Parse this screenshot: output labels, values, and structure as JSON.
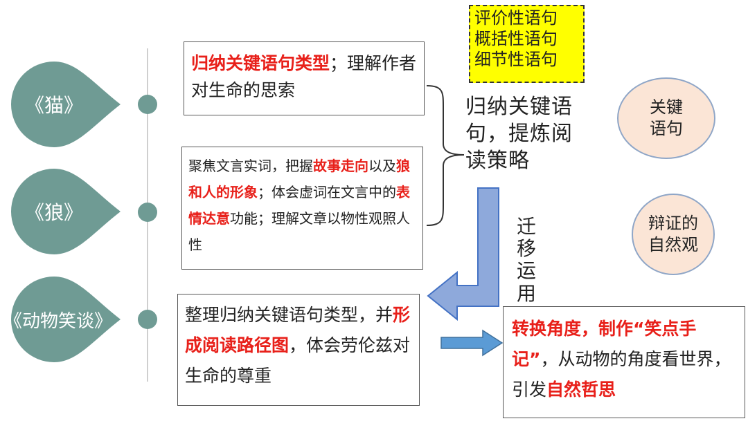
{
  "nodes": [
    {
      "label": "《猫》"
    },
    {
      "label": "《狼》"
    },
    {
      "label": "《动物笑谈》"
    }
  ],
  "box_cat": {
    "part1": "归纳关键语句类型",
    "part2": "；理解作者对生命的思索"
  },
  "box_wolf": {
    "p1": "聚焦文言实词，把握",
    "p2": "故事走向",
    "p3": "以及",
    "p4": "狼和人的形象",
    "p5": "；体会虚词在文言中的",
    "p6": "表情达意",
    "p7": "功能；理解文章以物性观照人性"
  },
  "box_animal": {
    "p1": "整理归纳关键语句类型，并",
    "p2": "形成阅读路径图",
    "p3": "，体会劳伦兹对生命的尊重"
  },
  "yellow_box": {
    "line1": "评价性语句",
    "line2": "概括性语句",
    "line3": "细节性语句"
  },
  "strategy_text": "归纳关键语句，提炼阅读策略",
  "transfer_text": "迁移运用",
  "ellipses": [
    {
      "label": "关键语句"
    },
    {
      "label": "辩证的自然观"
    }
  ],
  "box_right": {
    "p1": "转换角度，制作“笑点手记”",
    "p2": "，从动物的角度看世界，引发",
    "p3": "自然哲思"
  },
  "colors": {
    "node": "#6f9b94",
    "highlight": "#e8201a",
    "arrow_fill": "#8ea9db",
    "arrow_stroke": "#4472c4",
    "small_arrow": "#5b9bd5",
    "ellipse_fill": "#fbe5d6",
    "ellipse_stroke": "#8fa6c7",
    "yellow": "#ffff00"
  }
}
